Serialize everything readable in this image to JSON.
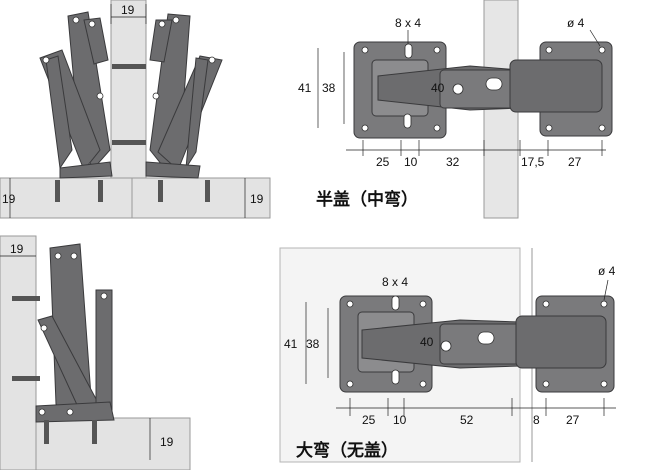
{
  "panels": {
    "half_overlay": {
      "caption": "半盖（中弯）",
      "side_gap": "19",
      "side_bottom_left": "19",
      "side_bottom_right": "19",
      "slot": "8 x 4",
      "hole": "ø 4",
      "h_outer": "41",
      "h_inner": "38",
      "center": "40",
      "dims": [
        "25",
        "10",
        "32",
        "17,5",
        "27"
      ]
    },
    "full_inset": {
      "caption": "大弯（无盖）",
      "side_gap": "19",
      "side_bottom": "19",
      "slot": "8 x 4",
      "hole": "ø 4",
      "h_outer": "41",
      "h_inner": "38",
      "center": "40",
      "dims": [
        "25",
        "10",
        "52",
        "8",
        "27"
      ]
    }
  }
}
